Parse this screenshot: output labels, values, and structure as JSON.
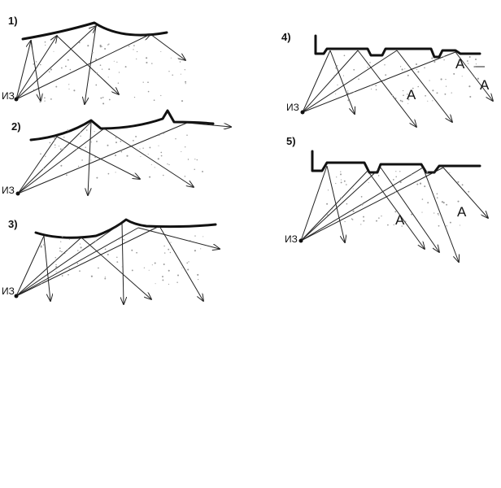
{
  "diagrams": [
    {
      "number": "1)",
      "source_label": "ИЗ"
    },
    {
      "number": "2)",
      "source_label": "ИЗ"
    },
    {
      "number": "3)",
      "source_label": "ИЗ"
    },
    {
      "number": "4)",
      "source_label": "ИЗ",
      "zone_labels": [
        "A",
        "A",
        "A"
      ]
    },
    {
      "number": "5)",
      "source_label": "ИЗ",
      "zone_labels": [
        "A",
        "A"
      ]
    }
  ]
}
